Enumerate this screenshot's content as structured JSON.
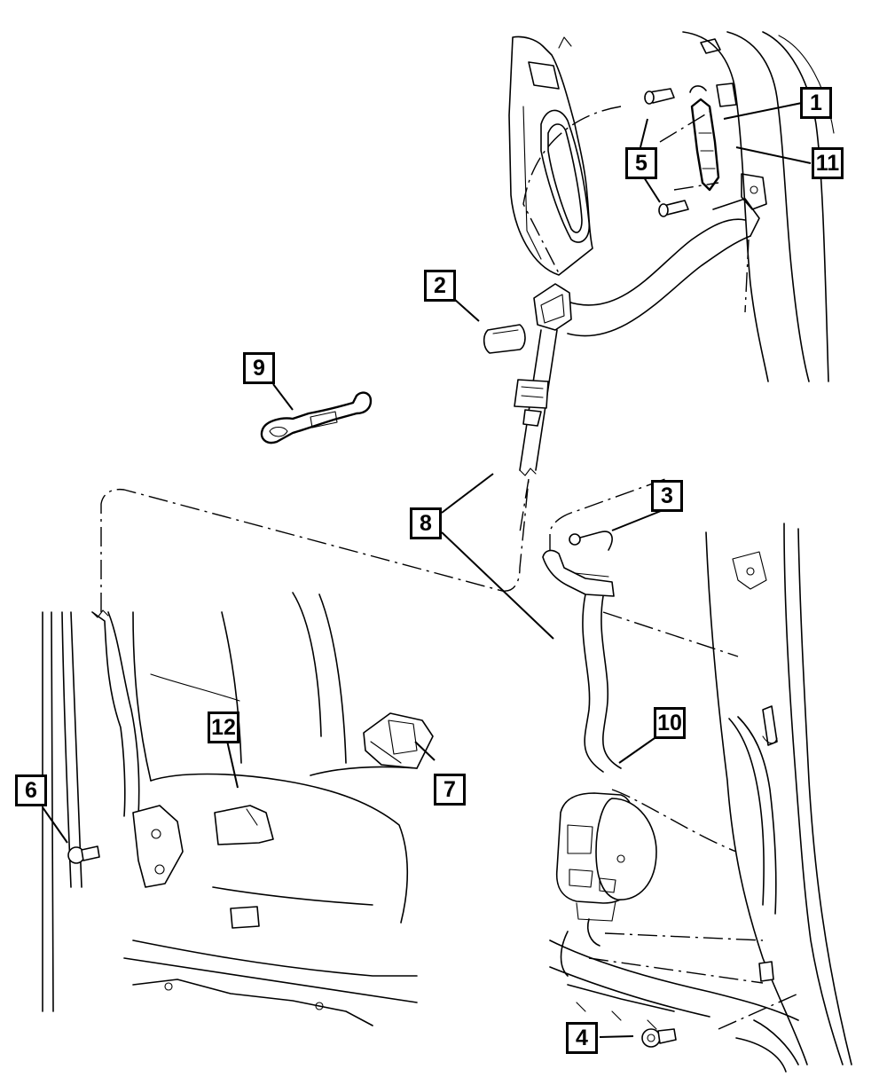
{
  "diagram": {
    "type": "exploded parts diagram",
    "colors": {
      "line": "#000000",
      "background": "#ffffff"
    },
    "callouts": [
      {
        "id": "1",
        "label": "1"
      },
      {
        "id": "2",
        "label": "2"
      },
      {
        "id": "3",
        "label": "3"
      },
      {
        "id": "4",
        "label": "4"
      },
      {
        "id": "5",
        "label": "5"
      },
      {
        "id": "6",
        "label": "6"
      },
      {
        "id": "7",
        "label": "7"
      },
      {
        "id": "8",
        "label": "8"
      },
      {
        "id": "9",
        "label": "9"
      },
      {
        "id": "10",
        "label": "10"
      },
      {
        "id": "11",
        "label": "11"
      },
      {
        "id": "12",
        "label": "12"
      }
    ]
  }
}
